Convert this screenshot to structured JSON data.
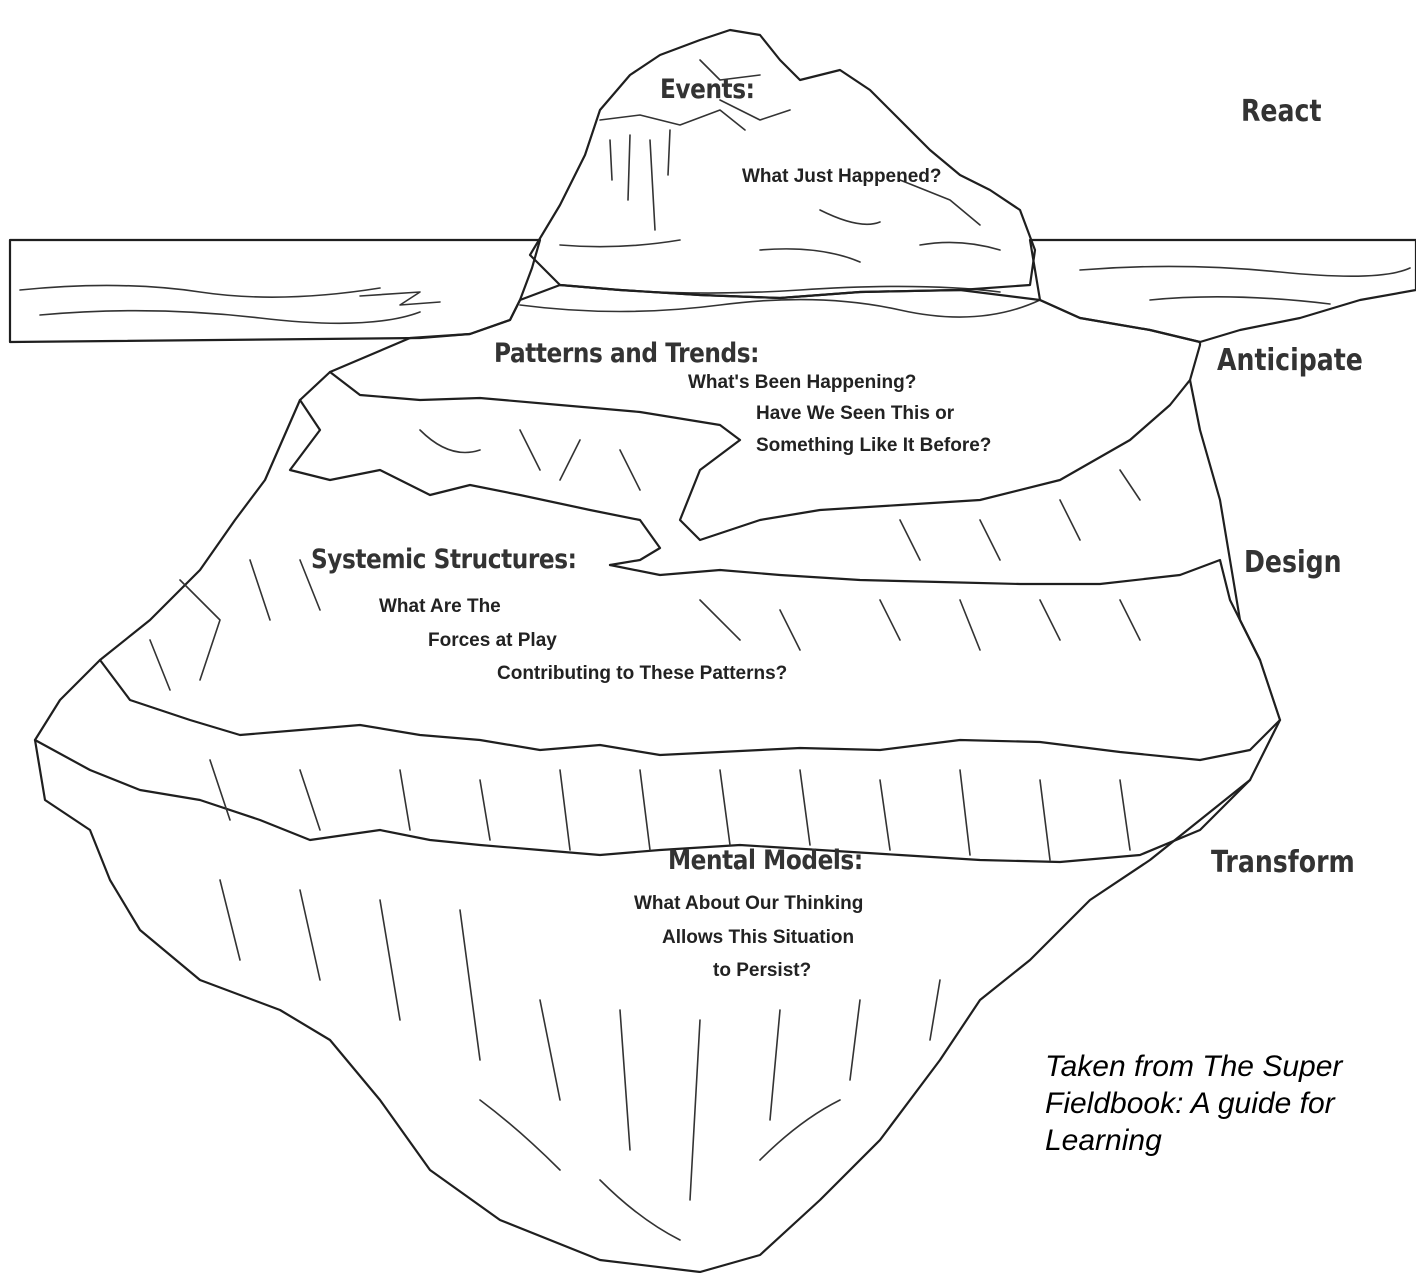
{
  "levels": [
    {
      "heading": "Events:",
      "questions": [
        "What Just Happened?"
      ],
      "action": "React"
    },
    {
      "heading": "Patterns and Trends:",
      "questions": [
        "What's Been Happening?",
        "Have We Seen This or",
        "Something Like It Before?"
      ],
      "action": "Anticipate"
    },
    {
      "heading": "Systemic Structures:",
      "questions": [
        "What Are The",
        "Forces at Play",
        "Contributing to These Patterns?"
      ],
      "action": "Design"
    },
    {
      "heading": "Mental Models:",
      "questions": [
        "What About Our Thinking",
        "Allows This Situation",
        "to Persist?"
      ],
      "action": "Transform"
    }
  ],
  "credit": {
    "lines": [
      "Taken from The Super",
      "Fieldbook: A guide for",
      "Learning"
    ]
  },
  "colors": {
    "ink": "#1f1f1f",
    "water_texture": "#c8c8c8",
    "background": "#ffffff"
  }
}
